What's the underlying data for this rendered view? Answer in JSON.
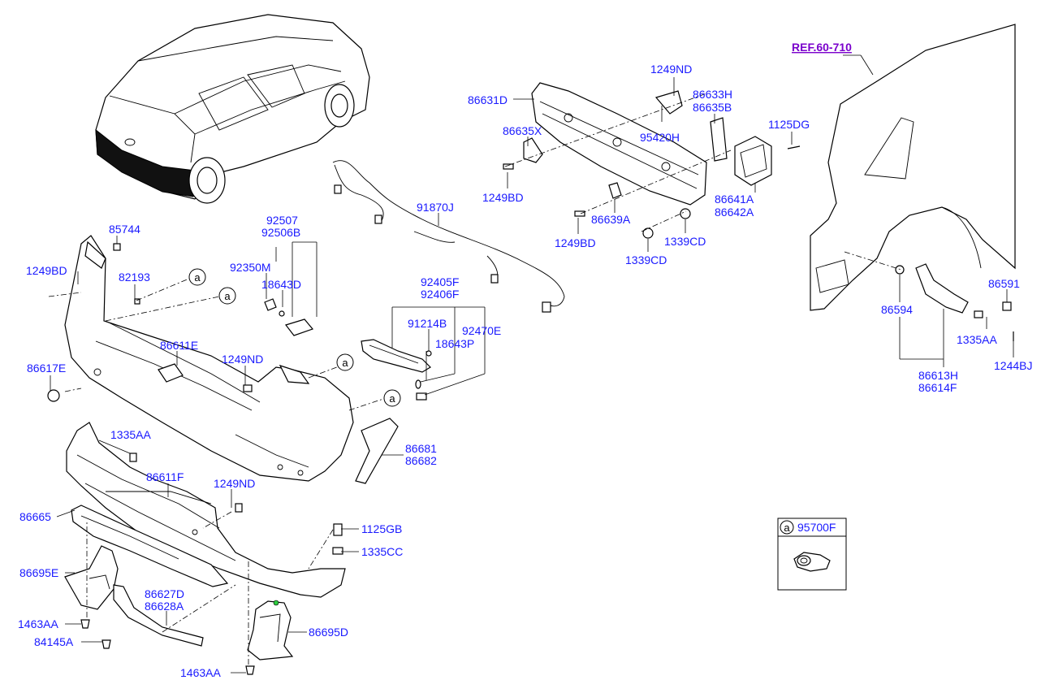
{
  "reference": "REF.60-710",
  "legend": {
    "marker": "a",
    "part_number": "95700F"
  },
  "callout_markers": [
    "a",
    "a",
    "a",
    "a"
  ],
  "part_labels": [
    "86631D",
    "1249ND",
    "86633H",
    "86635B",
    "95420H",
    "1125DG",
    "86635X",
    "1249BD",
    "86639A",
    "86641A",
    "86642A",
    "1249BD",
    "1339CD",
    "1339CD",
    "91870J",
    "92507",
    "92506B",
    "85744",
    "1249BD",
    "82193",
    "92350M",
    "18643D",
    "86611E",
    "86617E",
    "1249ND",
    "92405F",
    "92406F",
    "91214B",
    "92470E",
    "18643P",
    "86591",
    "86594",
    "1335AA",
    "1244BJ",
    "86613H",
    "86614F",
    "1335AA",
    "86611F",
    "86681",
    "86682",
    "1249ND",
    "86665",
    "1125GB",
    "1335CC",
    "86695E",
    "86627D",
    "86628A",
    "1463AA",
    "84145A",
    "86695D",
    "1463AA"
  ],
  "colors": {
    "label": "#1a1aff",
    "reference": "#7a00cc",
    "line": "#000000",
    "accent": "#2ecc40"
  }
}
